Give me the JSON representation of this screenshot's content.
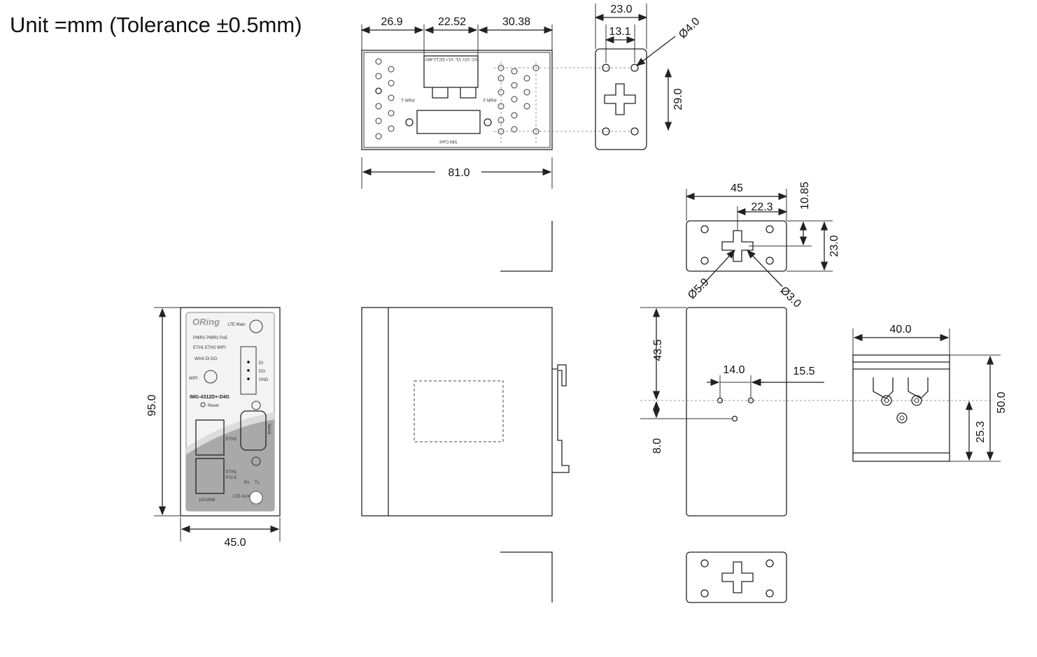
{
  "title": "Unit =mm (Tolerance ±0.5mm)",
  "top_view": {
    "dims": [
      "26.9",
      "22.52",
      "30.38",
      "81.0"
    ],
    "terminal_labels": "V2-  V2+ V1-  V1+   DC12-48V",
    "pwr1": "PWR-1",
    "pwr2": "PWR-2",
    "sim": "SIM Card"
  },
  "bracket_side": {
    "width": "23.0",
    "hole_spacing": "13.1",
    "hole_dia": "Ø4.0",
    "height": "29.0"
  },
  "bracket_top": {
    "width": "45",
    "center": "22.3",
    "offset": "10.85",
    "height": "23.0",
    "dia1": "Ø5.9",
    "dia2": "Ø3.0"
  },
  "rear_view": {
    "d1": "43.5",
    "d2": "14.0",
    "d3": "15.5",
    "d4": "8.0"
  },
  "din_clip": {
    "width": "40.0",
    "height": "50.0",
    "hole_height": "25.3"
  },
  "front_view": {
    "height": "95.0",
    "width": "45.0",
    "brand": "ORing",
    "lte_main": "LTE Main",
    "led_row1": "PWR1 PWR2 PoE",
    "led_row2": "ETH1 ETH2 WIFI",
    "led_row3": "WAN   DI    DO",
    "wifi": "WIFI",
    "di": "DI",
    "do": "DO",
    "gnd": "GND",
    "model": "IMG-4312D+-D4G",
    "reset": "Reset",
    "eth2": "ETH2",
    "serial": "Serial",
    "eth1": "ETH1",
    "poe": "P.O.E.",
    "rx": "Rx",
    "tx": "Tx",
    "speed": "10/100M",
    "lte_aux": "LTE AUX"
  }
}
